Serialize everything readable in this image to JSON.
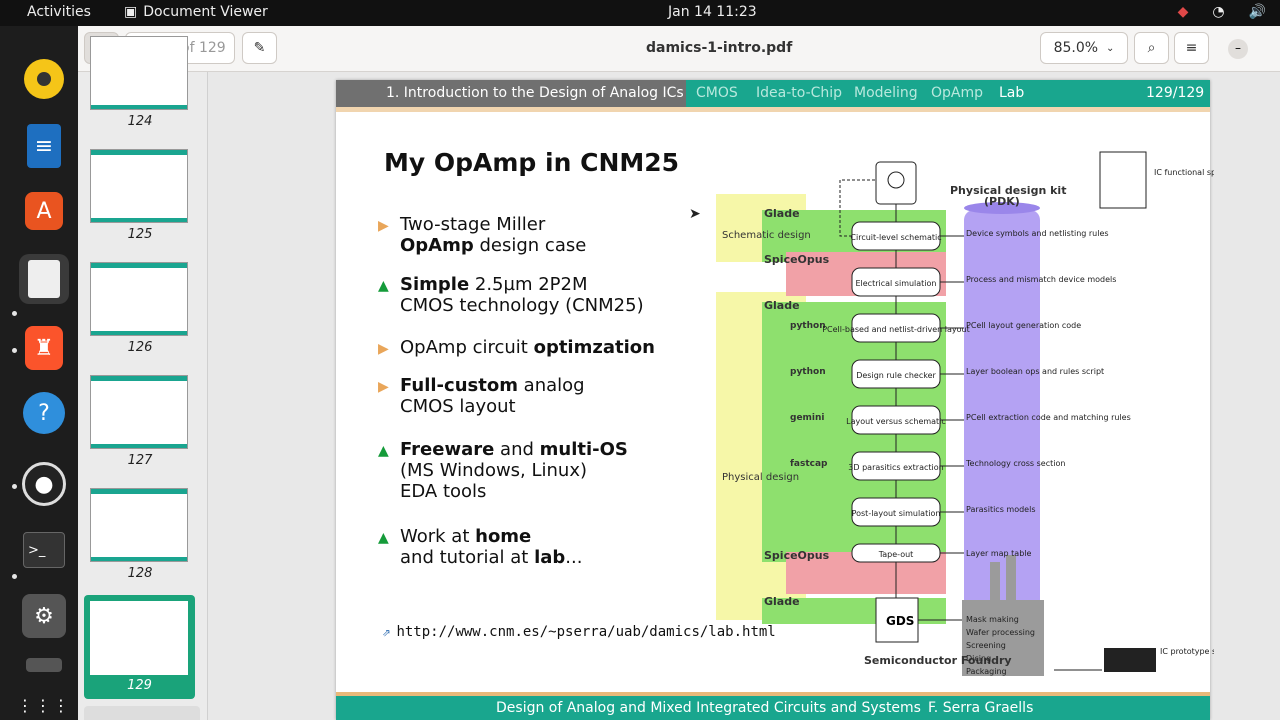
{
  "topbar": {
    "activities": "Activities",
    "app_name": "Document Viewer",
    "clock": "Jan 14  11:23"
  },
  "toolbar": {
    "page_current": "129",
    "page_total": "of 129",
    "filename": "damics-1-intro.pdf",
    "zoom": "85.0%"
  },
  "thumbnails": [
    {
      "label": "124"
    },
    {
      "label": "125"
    },
    {
      "label": "126"
    },
    {
      "label": "127"
    },
    {
      "label": "128"
    },
    {
      "label": "129"
    }
  ],
  "slide": {
    "header": {
      "section": "1. Introduction to the Design of Analog ICs",
      "tabs": [
        "CMOS",
        "Idea-to-Chip",
        "Modeling",
        "OpAmp",
        "Lab"
      ],
      "page": "129/129"
    },
    "title": "My OpAmp in CNM25",
    "url": "http://www.cnm.es/~pserra/uab/damics/lab.html",
    "footer": {
      "title": "Design of Analog and Mixed Integrated Circuits and Systems",
      "author": "F. Serra Graells"
    },
    "flow": {
      "pdk_title": "Physical design kit",
      "pdk_sub": "(PDK)",
      "spec": "IC functional specifications",
      "schematic_design": "Schematic design",
      "physical_design": "Physical design",
      "glade": "Glade",
      "spiceopus": "SpiceOpus",
      "tools": [
        "python",
        "python",
        "gemini",
        "fastcap"
      ],
      "steps": [
        "Circuit-level schematic",
        "Electrical simulation",
        "PCell-based and netlist-driven layout",
        "Design rule checker",
        "Layout versus schematic",
        "3D parasitics extraction",
        "Post-layout simulation",
        "Tape-out"
      ],
      "pdk_items": [
        "Device symbols and netlisting rules",
        "Process and mismatch device models",
        "PCell layout generation code",
        "Layer boolean ops and rules script",
        "PCell extraction code and matching rules",
        "Technology cross section",
        "Parasitics models",
        "Layer map table"
      ],
      "foundry": "Semiconductor Foundry",
      "foundry_steps": [
        "Mask making",
        "Wafer processing",
        "Screening",
        "Dicing",
        "Packaging"
      ],
      "samples": "IC prototype samples",
      "gds": "GDS"
    }
  }
}
